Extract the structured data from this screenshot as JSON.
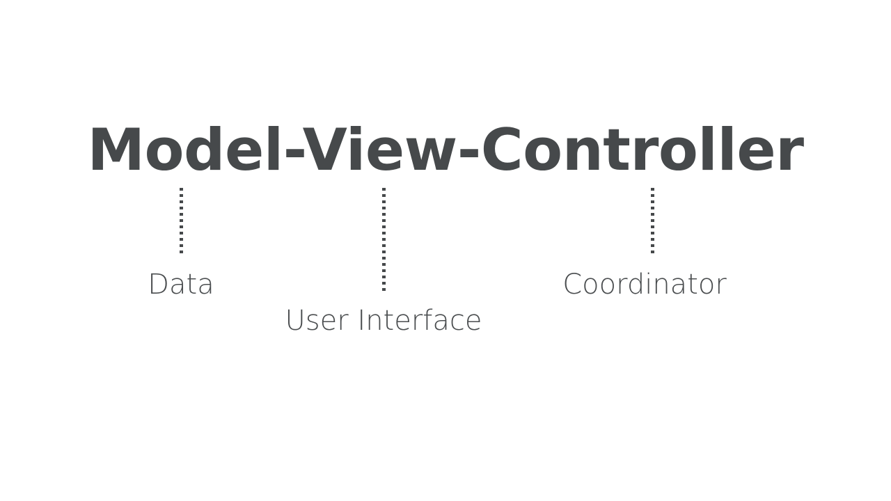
{
  "slide": {
    "background_color": "#ffffff",
    "title": "Model-View-Controller",
    "title_color": "#46494b",
    "accent_color": "#46494b"
  },
  "diagram": {
    "type": "annotated-title-breakdown",
    "connector_style": "dotted-vertical",
    "nodes": [
      {
        "term": "Model",
        "label": "Data",
        "connector_name": "connector-model"
      },
      {
        "term": "View",
        "label": "User Interface",
        "connector_name": "connector-view"
      },
      {
        "term": "Controller",
        "label": "Coordinator",
        "connector_name": "connector-controller"
      }
    ]
  }
}
